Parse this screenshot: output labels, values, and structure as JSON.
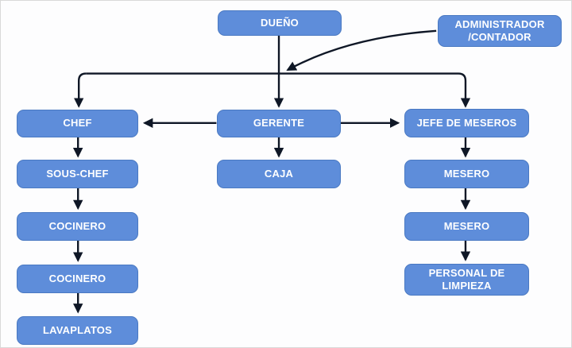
{
  "diagram": {
    "type": "org-chart",
    "colors": {
      "node_fill": "#5e8dda",
      "node_border": "#4a79c2",
      "node_text": "#ffffff",
      "connector": "#0f1726",
      "background": "#fdfdfe"
    },
    "nodes": {
      "dueno": {
        "label": "DUEÑO"
      },
      "admin": {
        "label": "ADMINISTRADOR /CONTADOR",
        "line1": "ADMINISTRADOR",
        "line2": "/CONTADOR"
      },
      "chef": {
        "label": "CHEF"
      },
      "gerente": {
        "label": "GERENTE"
      },
      "jefe_meseros": {
        "label": "JEFE DE MESEROS"
      },
      "sous_chef": {
        "label": "SOUS-CHEF"
      },
      "caja": {
        "label": "CAJA"
      },
      "mesero_1": {
        "label": "MESERO"
      },
      "cocinero_1": {
        "label": "COCINERO"
      },
      "mesero_2": {
        "label": "MESERO"
      },
      "cocinero_2": {
        "label": "COCINERO"
      },
      "personal_limpieza": {
        "label": "PERSONAL DE LIMPIEZA",
        "line1": "PERSONAL DE",
        "line2": "LIMPIEZA"
      },
      "lavaplatos": {
        "label": "LAVAPLATOS"
      }
    },
    "edges": [
      {
        "from": "dueno",
        "to": "chef",
        "style": "elbow-arrow-down"
      },
      {
        "from": "dueno",
        "to": "gerente",
        "style": "straight-arrow-down"
      },
      {
        "from": "dueno",
        "to": "jefe_meseros",
        "style": "elbow-arrow-down"
      },
      {
        "from": "admin",
        "to": "dueno_junction",
        "style": "curved-arrow"
      },
      {
        "from": "gerente",
        "to": "chef",
        "style": "arrow-left"
      },
      {
        "from": "gerente",
        "to": "jefe_meseros",
        "style": "arrow-right"
      },
      {
        "from": "gerente",
        "to": "caja",
        "style": "arrow-down"
      },
      {
        "from": "chef",
        "to": "sous_chef",
        "style": "arrow-down"
      },
      {
        "from": "sous_chef",
        "to": "cocinero_1",
        "style": "arrow-down"
      },
      {
        "from": "cocinero_1",
        "to": "cocinero_2",
        "style": "arrow-down"
      },
      {
        "from": "cocinero_2",
        "to": "lavaplatos",
        "style": "arrow-down"
      },
      {
        "from": "jefe_meseros",
        "to": "mesero_1",
        "style": "arrow-down"
      },
      {
        "from": "mesero_1",
        "to": "mesero_2",
        "style": "arrow-down"
      },
      {
        "from": "mesero_2",
        "to": "personal_limpieza",
        "style": "arrow-down"
      }
    ]
  }
}
